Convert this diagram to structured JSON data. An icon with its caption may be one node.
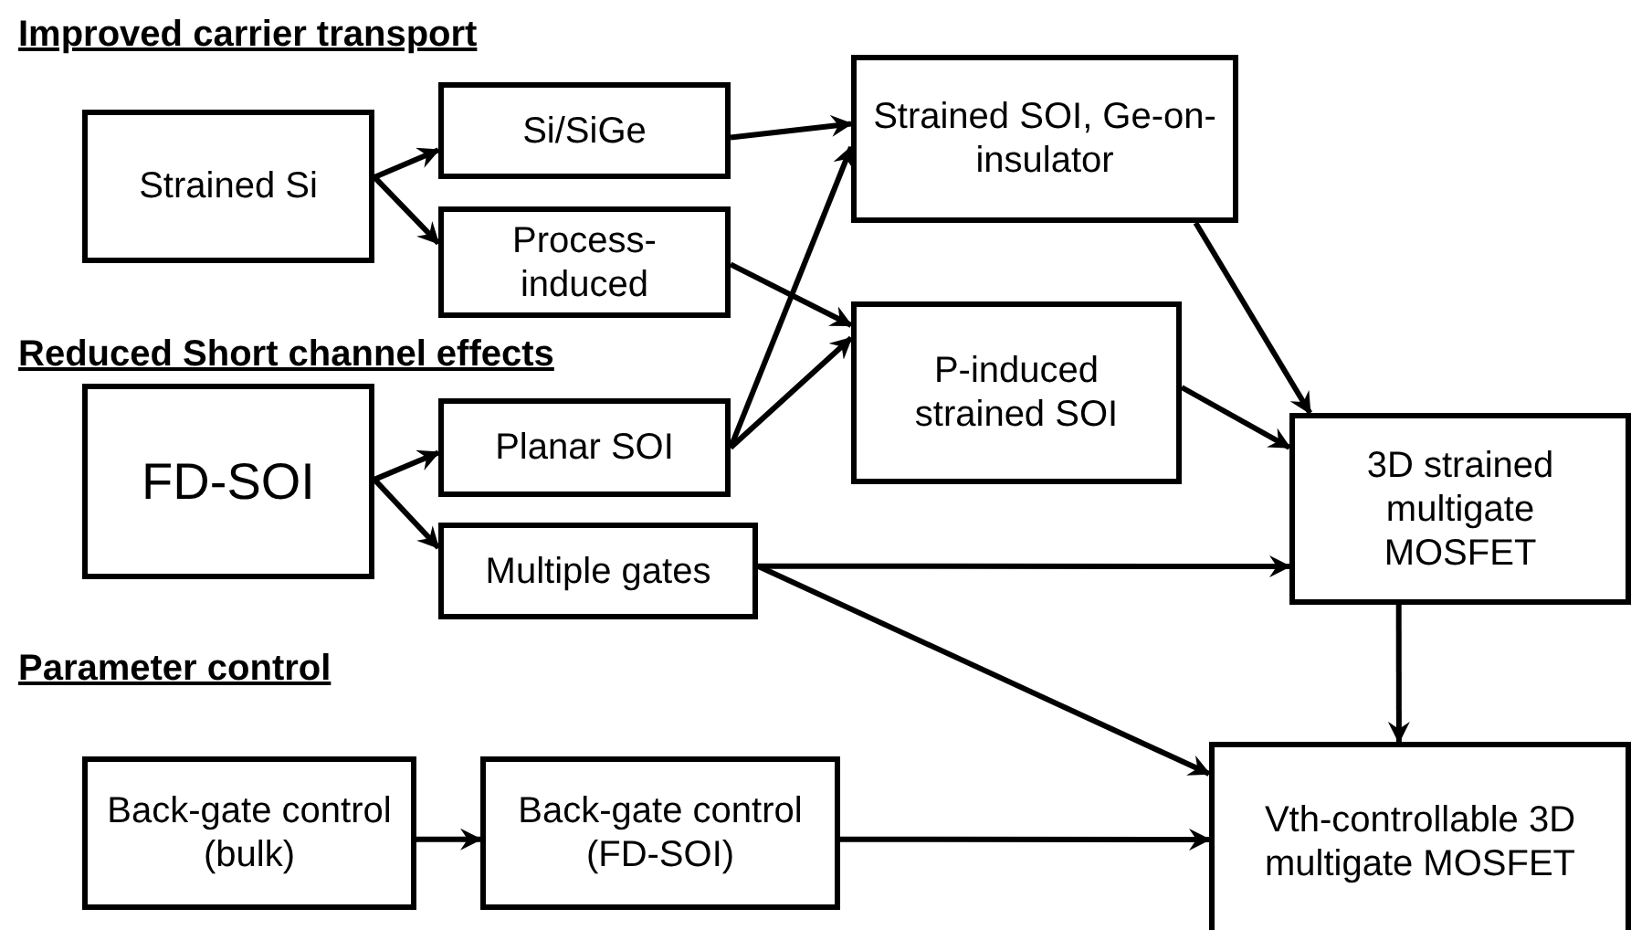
{
  "diagram": {
    "nodes": [
      {
        "text": [
          "Strained Si"
        ]
      },
      {
        "text": [
          "Si/SiGe"
        ]
      },
      {
        "text": [
          "Process- induced"
        ]
      },
      {
        "text": [
          "FD-SOI"
        ]
      },
      {
        "text": [
          "Planar SOI"
        ]
      },
      {
        "text": [
          "Multiple gates"
        ]
      },
      {
        "text": [
          "Back-gate control (bulk)"
        ]
      },
      {
        "text": [
          "Back-gate control (FD-SOI)"
        ]
      },
      {
        "text": [
          "Strained SOI, Ge-on-insulator"
        ]
      },
      {
        "text": [
          "P-induced strained SOI"
        ]
      },
      {
        "text": [
          "3D strained multigate MOSFET"
        ]
      },
      {
        "text": [
          "Vth-controllable 3D multigate MOSFET"
        ]
      }
    ],
    "edges": [
      {
        "from": 0,
        "to": 1,
        "arrow": "to"
      },
      {
        "from": 0,
        "to": 2,
        "arrow": "to"
      },
      {
        "from": 1,
        "to": 8,
        "arrow": "to"
      },
      {
        "from": 2,
        "to": 9,
        "arrow": "to"
      },
      {
        "from": 4,
        "to": 8,
        "arrow": "to"
      },
      {
        "from": 4,
        "to": 9,
        "arrow": "to"
      },
      {
        "from": 3,
        "to": 4,
        "arrow": "to"
      },
      {
        "from": 3,
        "to": 5,
        "arrow": "to"
      },
      {
        "from": 8,
        "to": 10,
        "arrow": "to"
      },
      {
        "from": 9,
        "to": 10,
        "arrow": "to"
      },
      {
        "from": 5,
        "to": 10,
        "arrow": "to"
      },
      {
        "from": 5,
        "to": 11,
        "arrow": "to"
      },
      {
        "from": 10,
        "to": 11,
        "arrow": "to"
      },
      {
        "from": 6,
        "to": 7,
        "arrow": "to"
      },
      {
        "from": 7,
        "to": 11,
        "arrow": "to"
      }
    ],
    "labels": [
      "Improved carrier transport",
      "Reduced Short channel effects",
      "Parameter control"
    ]
  }
}
